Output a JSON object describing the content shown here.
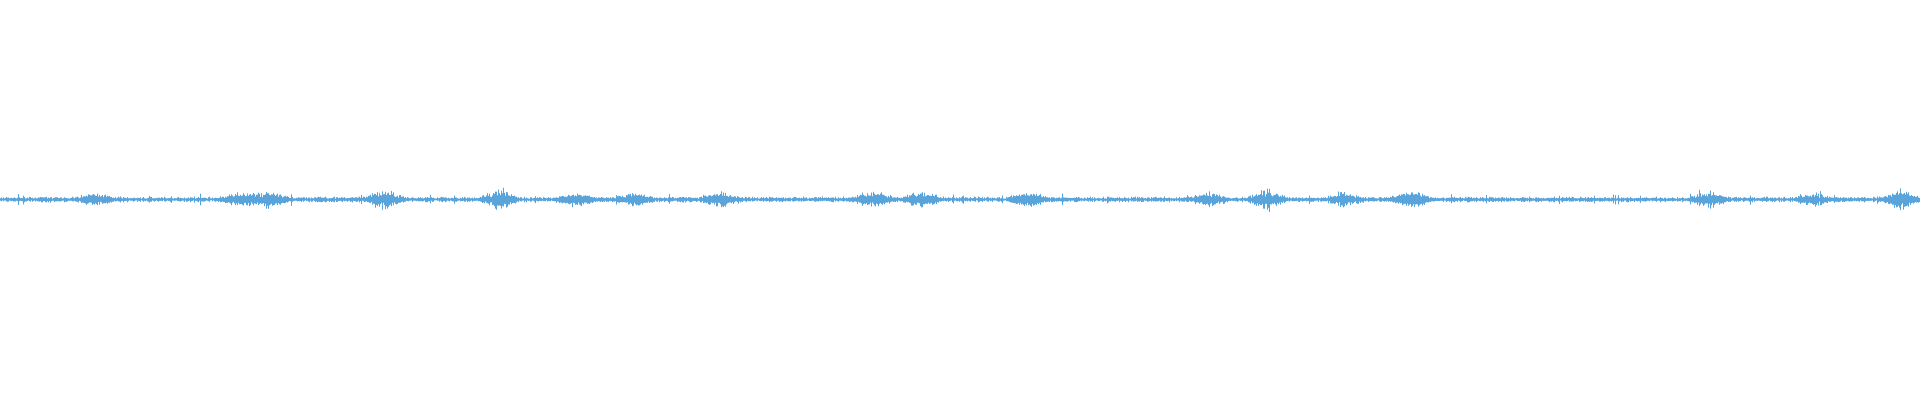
{
  "waveform": {
    "color": "#5aa4dc",
    "background": "#ffffff",
    "bursts": [
      {
        "at": 0.05,
        "level": 0.7
      },
      {
        "at": 0.125,
        "level": 0.9
      },
      {
        "at": 0.14,
        "level": 1.1
      },
      {
        "at": 0.2,
        "level": 1.3
      },
      {
        "at": 0.26,
        "level": 1.4
      },
      {
        "at": 0.3,
        "level": 0.9
      },
      {
        "at": 0.33,
        "level": 0.8
      },
      {
        "at": 0.375,
        "level": 0.9
      },
      {
        "at": 0.455,
        "level": 1.0
      },
      {
        "at": 0.48,
        "level": 1.0
      },
      {
        "at": 0.535,
        "level": 1.0
      },
      {
        "at": 0.63,
        "level": 0.8
      },
      {
        "at": 0.66,
        "level": 1.4
      },
      {
        "at": 0.7,
        "level": 0.9
      },
      {
        "at": 0.735,
        "level": 1.1
      },
      {
        "at": 0.89,
        "level": 1.0
      },
      {
        "at": 0.945,
        "level": 0.8
      },
      {
        "at": 0.99,
        "level": 1.3
      }
    ]
  }
}
